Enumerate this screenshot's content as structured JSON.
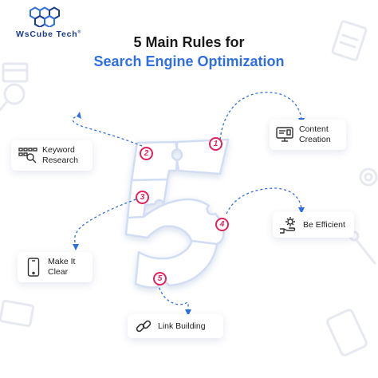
{
  "logo": {
    "brand": "WsCube Tech",
    "mark": "®"
  },
  "title": {
    "line1": "5 Main Rules for",
    "line2": "Search Engine Optimization"
  },
  "steps": [
    {
      "number": "1",
      "label": "Content Creation",
      "icon": "computer-monitor-icon"
    },
    {
      "number": "2",
      "label": "Keyword Research",
      "icon": "keyword-search-icon"
    },
    {
      "number": "3",
      "label": "Make It Clear",
      "icon": "smartphone-icon"
    },
    {
      "number": "4",
      "label": "Be Efficient",
      "icon": "hand-gear-icon"
    },
    {
      "number": "5",
      "label": "Link Building",
      "icon": "chain-link-icon"
    }
  ],
  "colors": {
    "primary_blue": "#2f6fe0",
    "navy": "#1a3c8a",
    "accent_pink": "#e0245e",
    "puzzle_fill": "#ffffff",
    "puzzle_edge": "#cfdcf5",
    "decor_gray": "#e6e9ef"
  }
}
